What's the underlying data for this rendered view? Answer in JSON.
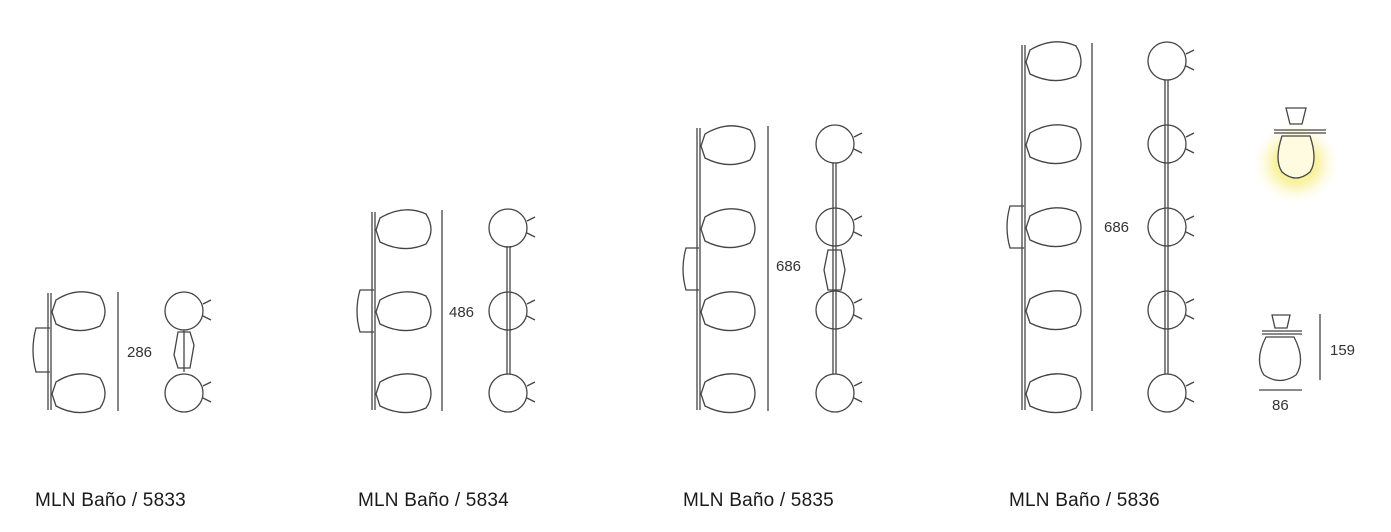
{
  "models": [
    {
      "caption": "MLN Baño / 5833",
      "height_label": "286",
      "lights": 2
    },
    {
      "caption": "MLN Baño / 5834",
      "height_label": "486",
      "lights": 3
    },
    {
      "caption": "MLN Baño / 5835",
      "height_label": "686",
      "lights": 4
    },
    {
      "caption": "MLN Baño / 5836",
      "height_label": "686",
      "lights": 5
    }
  ],
  "detail": {
    "height_label": "159",
    "width_label": "86"
  },
  "colors": {
    "line": "#444444",
    "glow": "#f2e64a"
  }
}
